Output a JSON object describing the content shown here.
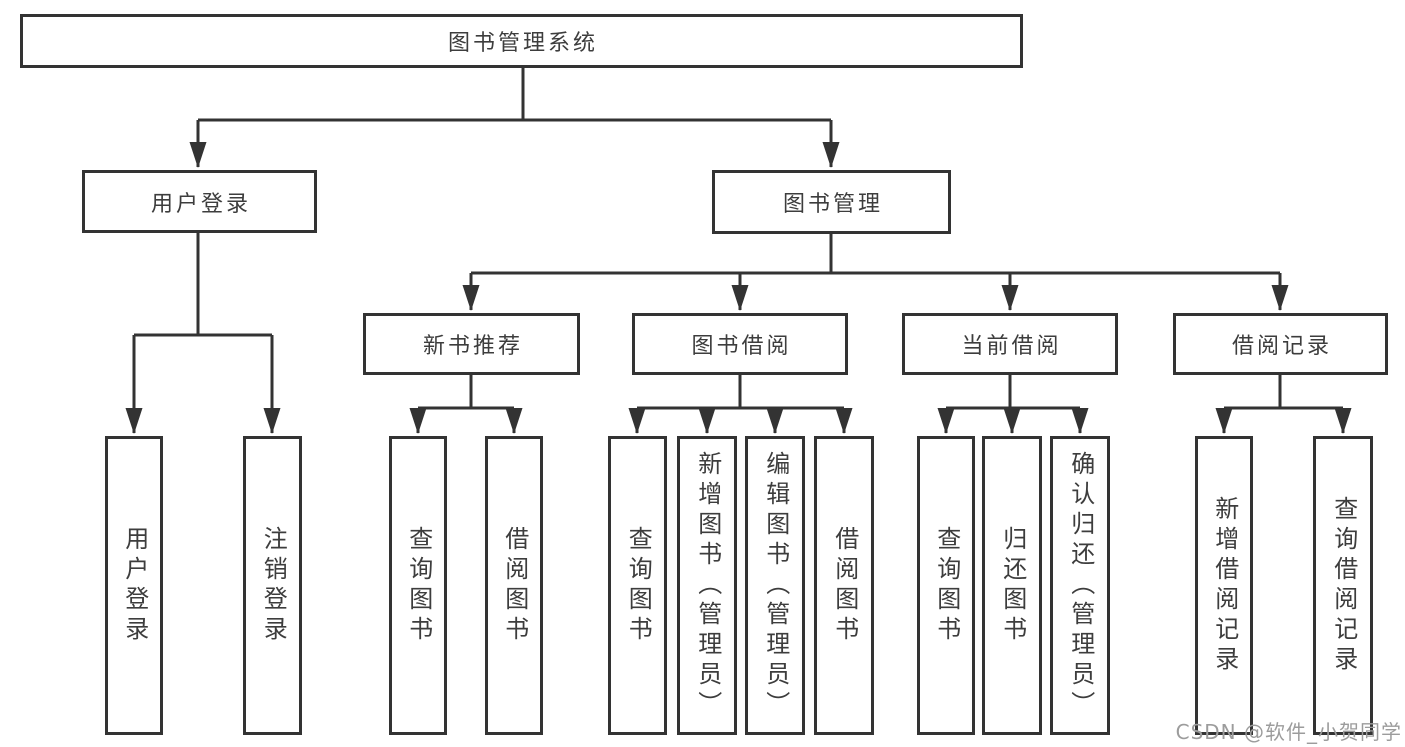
{
  "diagram_title": "图书管理系统",
  "tree": {
    "root": {
      "label": "图书管理系统",
      "children": [
        {
          "label": "用户登录",
          "children": [
            {
              "label": "用户登录"
            },
            {
              "label": "注销登录"
            }
          ]
        },
        {
          "label": "图书管理",
          "children": [
            {
              "label": "新书推荐",
              "children": [
                {
                  "label": "查询图书"
                },
                {
                  "label": "借阅图书"
                }
              ]
            },
            {
              "label": "图书借阅",
              "children": [
                {
                  "label": "查询图书"
                },
                {
                  "label": "新增图书（管理员）"
                },
                {
                  "label": "编辑图书（管理员）"
                },
                {
                  "label": "借阅图书"
                }
              ]
            },
            {
              "label": "当前借阅",
              "children": [
                {
                  "label": "查询图书"
                },
                {
                  "label": "归还图书"
                },
                {
                  "label": "确认归还（管理员）"
                }
              ]
            },
            {
              "label": "借阅记录",
              "children": [
                {
                  "label": "新增借阅记录"
                },
                {
                  "label": "查询借阅记录"
                }
              ]
            }
          ]
        }
      ]
    }
  },
  "watermark": {
    "text": "CSDN @软件_小贺同学"
  },
  "colors": {
    "line": "#333333",
    "box_border": "#333333",
    "text": "#3d3d3d",
    "background": "#ffffff",
    "watermark": "#9c9c9c"
  }
}
